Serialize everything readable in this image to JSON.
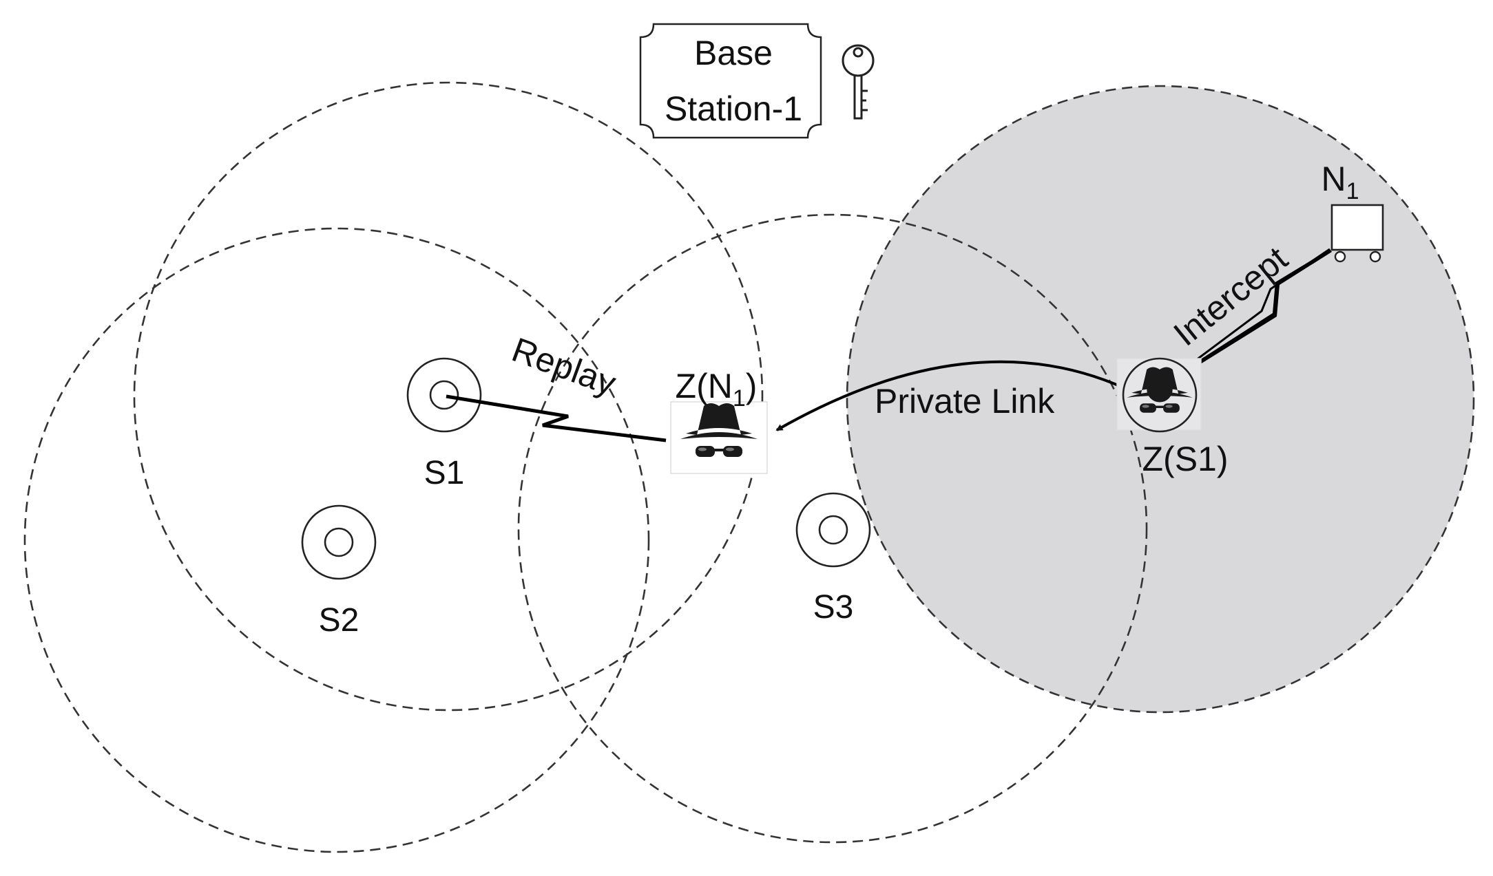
{
  "base_station": {
    "line1": "Base",
    "line2": "Station-1",
    "key_icon": "key-icon"
  },
  "sensors": [
    {
      "id": "s1",
      "label": "S1"
    },
    {
      "id": "s2",
      "label": "S2"
    },
    {
      "id": "s3",
      "label": "S3"
    }
  ],
  "attackers": [
    {
      "id": "zn1",
      "label_main": "Z(N",
      "label_sub": "1",
      "label_end": ")",
      "icon": "spy-icon"
    },
    {
      "id": "zs1",
      "label": "Z(S1)",
      "icon": "spy-icon"
    }
  ],
  "node": {
    "label_main": "N",
    "label_sub": "1",
    "icon": "cart-icon"
  },
  "links": {
    "replay": "Replay",
    "intercept": "Intercept",
    "private_link": "Private Link"
  },
  "colors": {
    "shaded_region": "#d9d9db",
    "dashed_stroke": "#333333",
    "icon_dark": "#1a1a1a"
  }
}
